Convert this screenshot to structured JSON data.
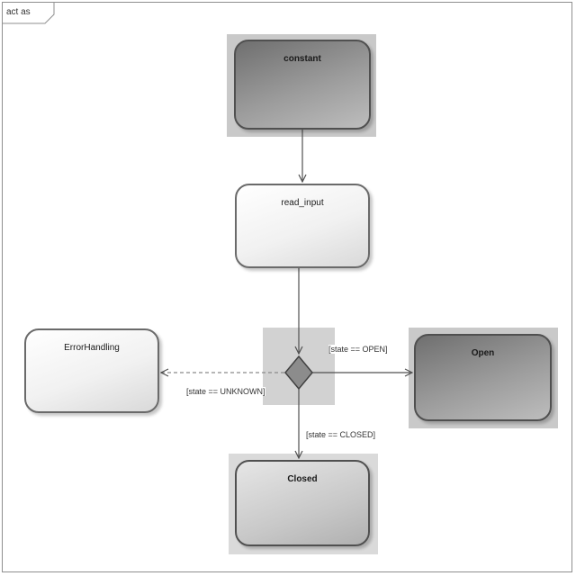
{
  "diagram": {
    "frame_label": "act as",
    "nodes": {
      "constant": "constant",
      "read_input": "read_input",
      "error_handling": "ErrorHandling",
      "open": "Open",
      "closed": "Closed"
    },
    "guards": {
      "open": "[state == OPEN]",
      "unknown": "[state == UNKNOWN]",
      "closed": "[state == CLOSED]"
    },
    "colors": {
      "dark_node": "#8a8a8a",
      "light_node": "#f1f1f1",
      "line": "#505050"
    }
  }
}
